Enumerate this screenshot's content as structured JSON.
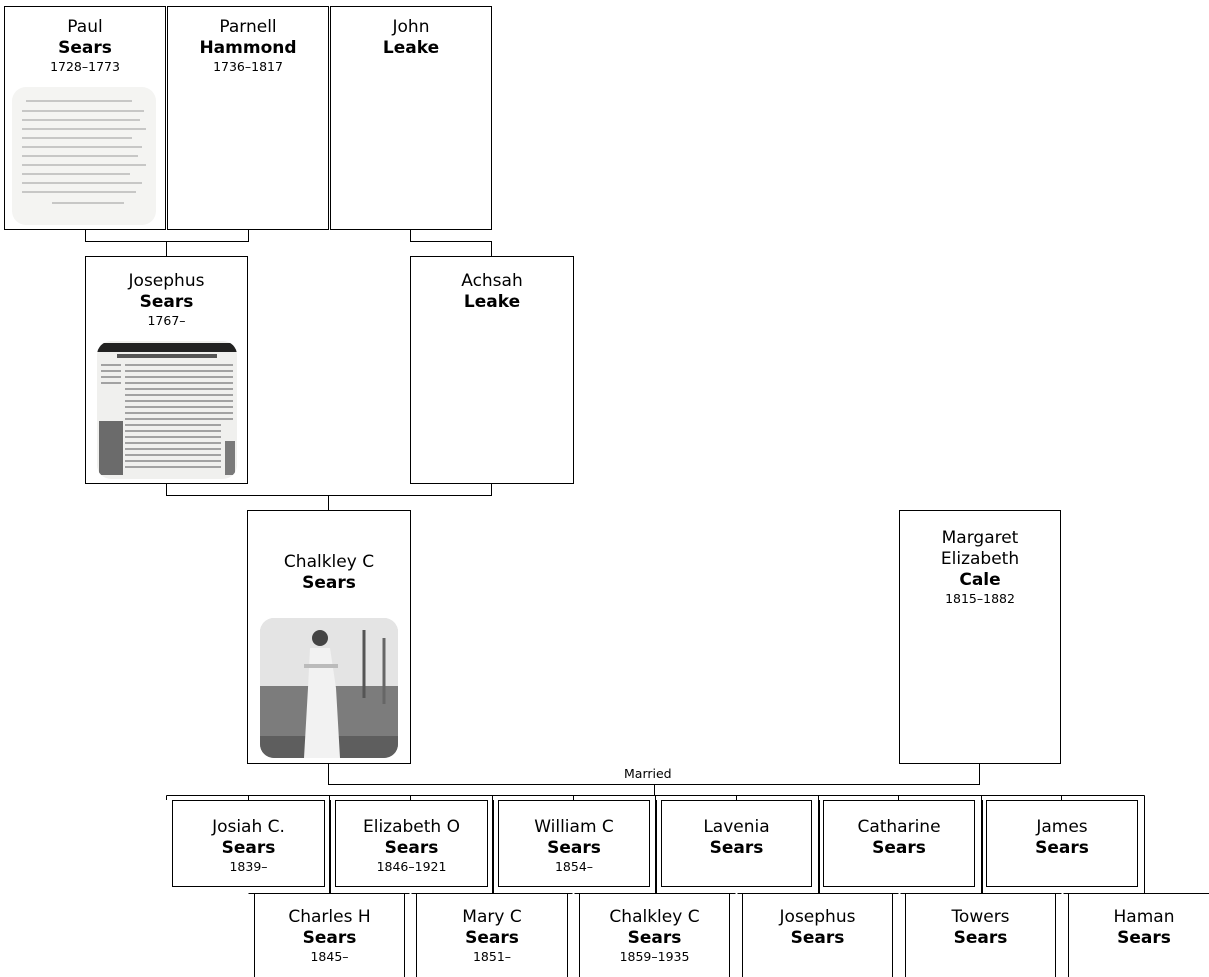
{
  "marriage_label": "Married",
  "people": [
    {
      "id": "paul",
      "given": "Paul",
      "surname": "Sears",
      "dates": "1728–1773",
      "photo": "document-photo"
    },
    {
      "id": "parnell",
      "given": "Parnell",
      "surname": "Hammond",
      "dates": "1736–1817"
    },
    {
      "id": "john",
      "given": "John",
      "surname": "Leake",
      "dates": ""
    },
    {
      "id": "josephus-sr",
      "given": "Josephus",
      "surname": "Sears",
      "dates": "1767–",
      "photo": "newspaper-photo"
    },
    {
      "id": "achsah",
      "given": "Achsah",
      "surname": "Leake",
      "dates": ""
    },
    {
      "id": "chalkley",
      "given": "Chalkley C",
      "surname": "Sears",
      "dates": "",
      "photo": "portrait-photo"
    },
    {
      "id": "margaret",
      "given": "Margaret Elizabeth",
      "surname": "Cale",
      "dates": "1815–1882"
    }
  ],
  "children": [
    {
      "given": "Josiah C.",
      "surname": "Sears",
      "dates": "1839–"
    },
    {
      "given": "Elizabeth O",
      "surname": "Sears",
      "dates": "1846–1921"
    },
    {
      "given": "William C",
      "surname": "Sears",
      "dates": "1854–"
    },
    {
      "given": "Lavenia",
      "surname": "Sears",
      "dates": ""
    },
    {
      "given": "Catharine",
      "surname": "Sears",
      "dates": ""
    },
    {
      "given": "James",
      "surname": "Sears",
      "dates": ""
    },
    {
      "given": "Charles H",
      "surname": "Sears",
      "dates": "1845–"
    },
    {
      "given": "Mary C",
      "surname": "Sears",
      "dates": "1851–"
    },
    {
      "given": "Chalkley C",
      "surname": "Sears",
      "dates": "1859–1935"
    },
    {
      "given": "Josephus",
      "surname": "Sears",
      "dates": ""
    },
    {
      "given": "Towers",
      "surname": "Sears",
      "dates": ""
    },
    {
      "given": "Haman",
      "surname": "Sears",
      "dates": ""
    }
  ]
}
